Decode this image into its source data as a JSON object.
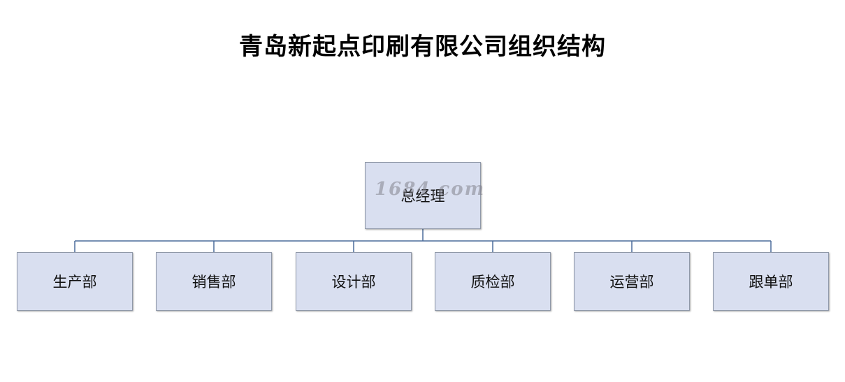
{
  "title": "青岛新起点印刷有限公司组织结构",
  "root": {
    "label": "总经理"
  },
  "departments": [
    {
      "label": "生产部"
    },
    {
      "label": "销售部"
    },
    {
      "label": "设计部"
    },
    {
      "label": "质检部"
    },
    {
      "label": "运营部"
    },
    {
      "label": "跟单部"
    }
  ],
  "watermark": "1684.com",
  "colors": {
    "node_fill": "#d9dff0",
    "node_border": "#8f98a8",
    "connector": "#4a6b9a"
  }
}
